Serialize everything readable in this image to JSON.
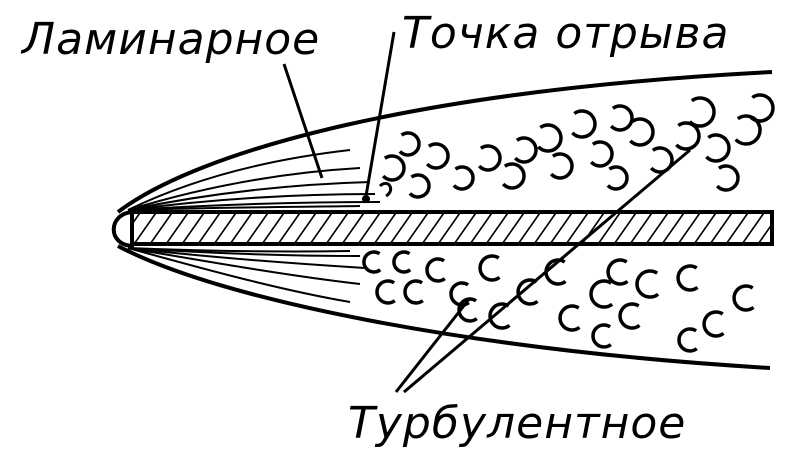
{
  "labels": {
    "laminar": "Ламинарное",
    "separation_point": "Точка отрыва",
    "turbulent": "Турбулентное"
  },
  "colors": {
    "ink": "#000000",
    "background": "#ffffff"
  }
}
